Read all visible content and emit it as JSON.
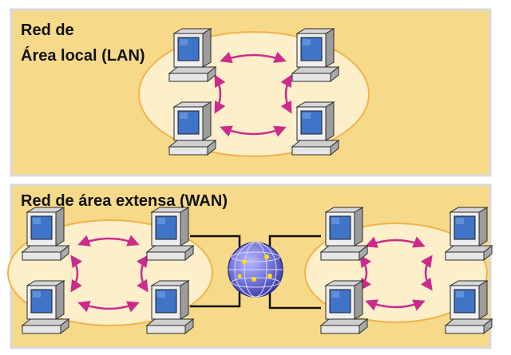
{
  "lan": {
    "title_line1": "Red de",
    "title_line2": "Área local (LAN)"
  },
  "wan": {
    "title": "Red de área extensa (WAN)"
  },
  "colors": {
    "panel_fill": "#f7d98a",
    "panel_border": "#d9d9d9",
    "ellipse_fill": "#fcefc9",
    "ellipse_stroke": "#f3b24a",
    "arrow": "#cc2a8c",
    "monitor_screen": "#3f74c8",
    "computer_body": "#e8e8e8",
    "link_line": "#111111",
    "globe": "#6e6fd6"
  },
  "icons": {
    "computer": "computer-icon",
    "globe": "globe-icon"
  }
}
